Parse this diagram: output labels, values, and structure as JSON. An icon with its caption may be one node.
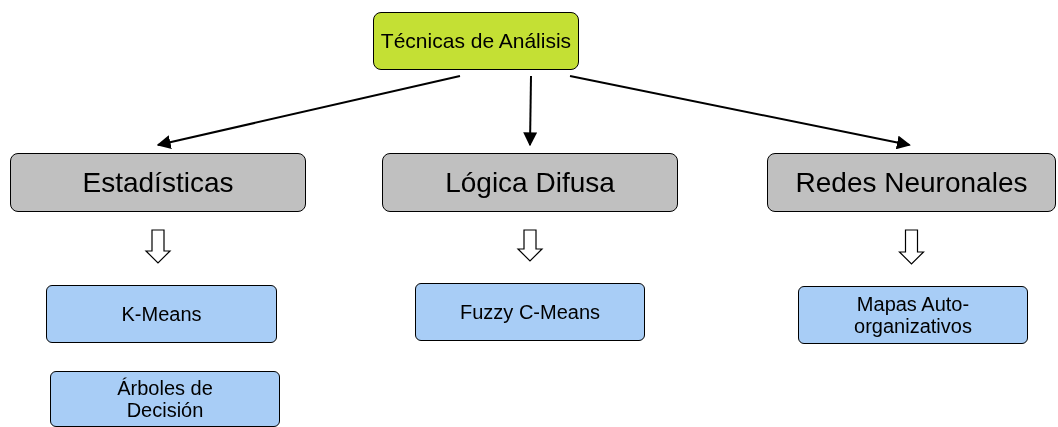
{
  "diagram": {
    "nodes": [
      {
        "text": [
          "Técnicas de Análisis"
        ]
      },
      {
        "text": [
          "Estadísticas"
        ]
      },
      {
        "text": [
          "Lógica Difusa"
        ]
      },
      {
        "text": [
          "Redes Neuronales"
        ]
      },
      {
        "text": [
          "K-Means"
        ]
      },
      {
        "text": [
          "Árboles de Decisión"
        ]
      },
      {
        "text": [
          "Fuzzy C-Means"
        ]
      },
      {
        "text": [
          "Mapas Auto-organizativos"
        ]
      }
    ],
    "edges": [
      {
        "from": 0,
        "to": 1,
        "arrow": "to"
      },
      {
        "from": 0,
        "to": 2,
        "arrow": "to"
      },
      {
        "from": 0,
        "to": 3,
        "arrow": "to"
      },
      {
        "from": 1,
        "to": 4,
        "arrow": "to",
        "style": "thick"
      },
      {
        "from": 2,
        "to": 6,
        "arrow": "to",
        "style": "thick"
      },
      {
        "from": 3,
        "to": 7,
        "arrow": "to",
        "style": "thick"
      }
    ]
  }
}
